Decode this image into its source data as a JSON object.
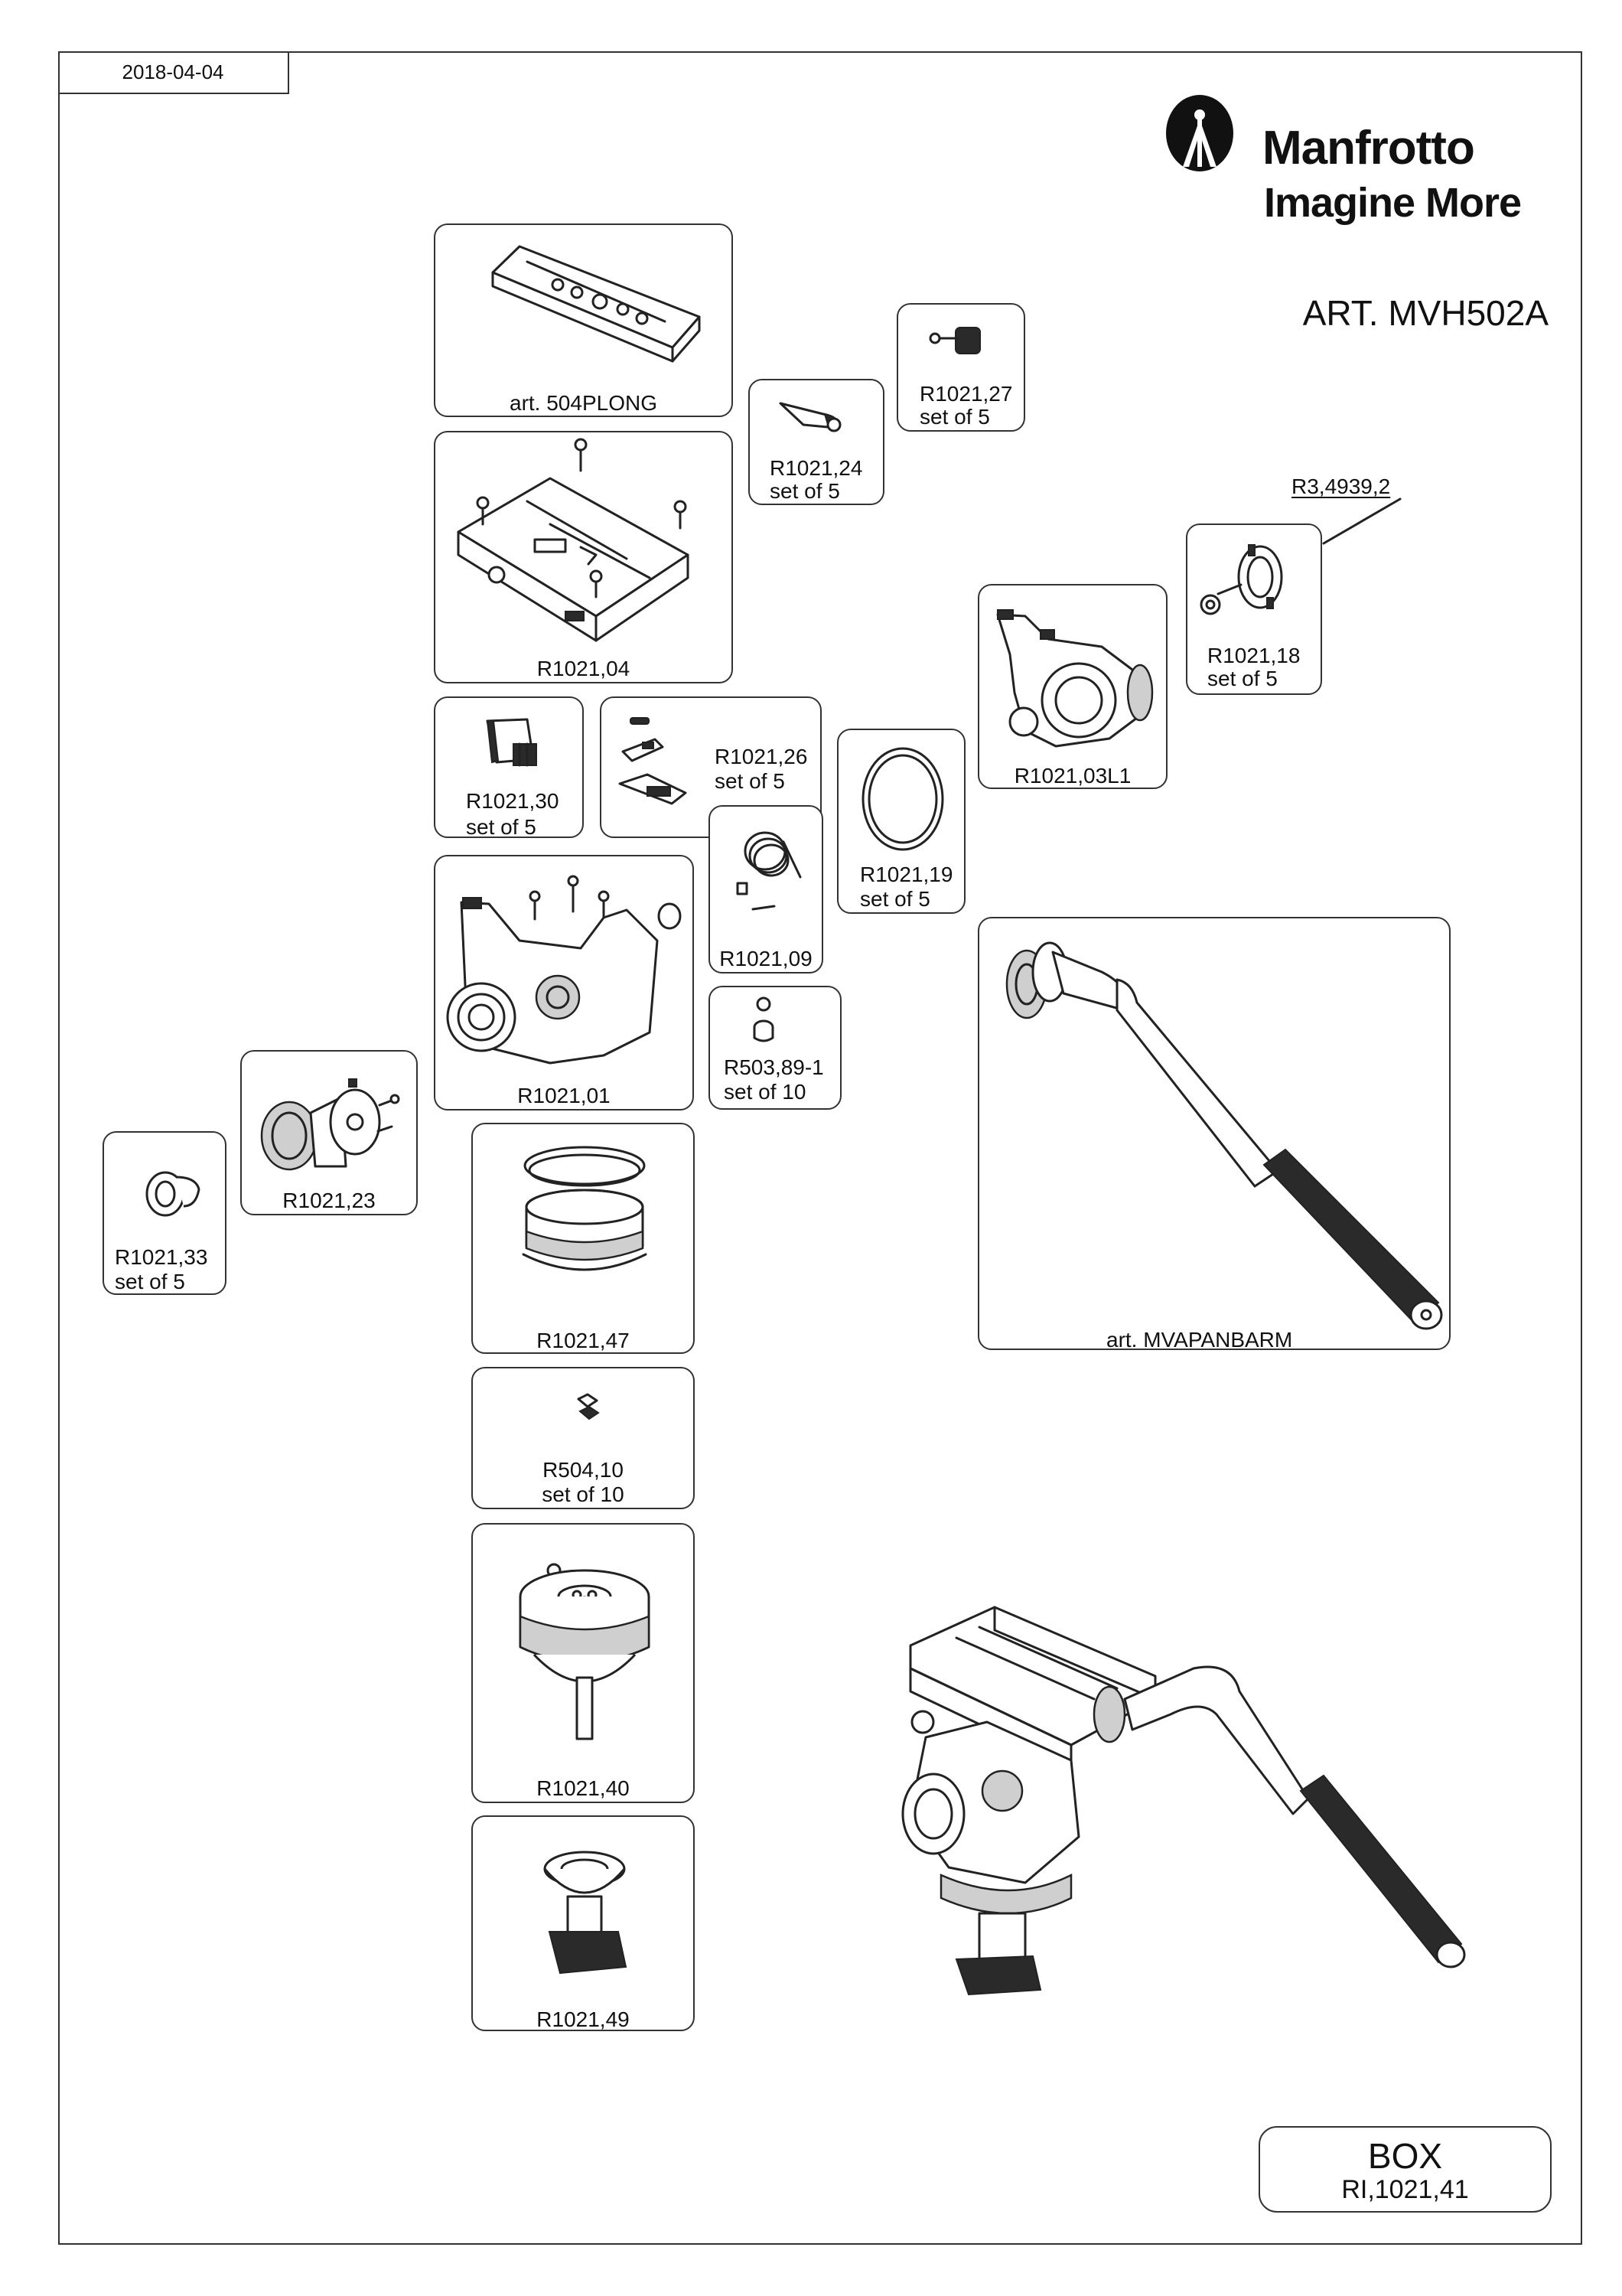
{
  "sheet": {
    "date": "2018-04-04",
    "brand": {
      "name": "Manfrotto",
      "tagline": "Imagine More"
    },
    "article": "ART. MVH502A"
  },
  "parts": {
    "p504plong": {
      "code": "art. 504PLONG",
      "icon": "sliding-plate-icon"
    },
    "r102104": {
      "code": "R1021,04",
      "icon": "plate-clamp-icon"
    },
    "r102124": {
      "code": "R1021,24",
      "qty": "set of 5",
      "icon": "lever-icon"
    },
    "r102127": {
      "code": "R1021,27",
      "qty": "set of 5",
      "icon": "safety-knob-icon"
    },
    "r102118": {
      "code": "R1021,18",
      "qty": "set of 5",
      "icon": "pan-handle-socket-icon"
    },
    "r4939": {
      "code": "R3,4939,2",
      "icon": "o-ring-icon"
    },
    "r102103l1": {
      "code": "R1021,03L1",
      "icon": "head-body-left-icon"
    },
    "r102130": {
      "code": "R1021,30",
      "qty": "set of 5",
      "icon": "lock-knob-icon"
    },
    "r102126": {
      "code": "R1021,26",
      "qty": "set of 5",
      "icon": "release-lever-icon"
    },
    "r102119": {
      "code": "R1021,19",
      "qty": "set of 5",
      "icon": "ring-icon"
    },
    "r102109": {
      "code": "R1021,09",
      "icon": "spring-kit-icon"
    },
    "r102101": {
      "code": "R1021,01",
      "icon": "head-body-icon"
    },
    "r50389": {
      "code": "R503,89-1",
      "qty": "set of 10",
      "icon": "spacer-icon"
    },
    "r102123": {
      "code": "R1021,23",
      "icon": "knob-assembly-icon"
    },
    "r102133": {
      "code": "R1021,33",
      "qty": "set of 5",
      "icon": "cap-icon"
    },
    "r102147": {
      "code": "R1021,47",
      "icon": "knurled-ring-icon"
    },
    "mvapanbarm": {
      "code": "art. MVAPANBARM",
      "icon": "pan-bar-icon"
    },
    "r50410": {
      "code": "R504,10",
      "qty": "set of 10",
      "icon": "small-clip-icon"
    },
    "r102140": {
      "code": "R1021,40",
      "icon": "base-icon"
    },
    "r102149": {
      "code": "R1021,49",
      "icon": "half-ball-icon"
    }
  },
  "box": {
    "title": "BOX",
    "code": "RI,1021,41"
  },
  "colors": {
    "line": "#222222",
    "frame": "#333333",
    "background": "#ffffff"
  }
}
